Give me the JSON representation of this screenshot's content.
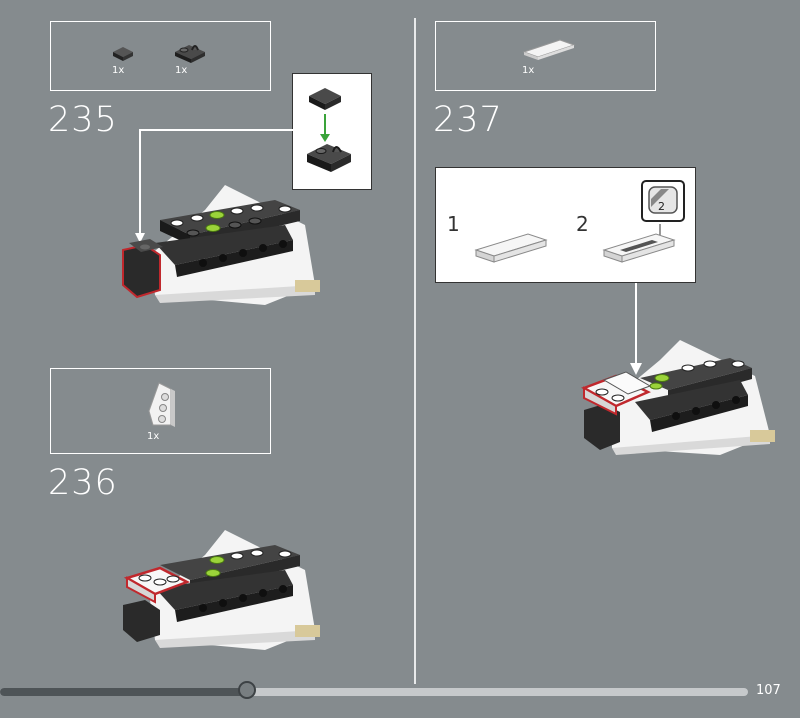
{
  "steps": [
    {
      "number": "235",
      "parts": [
        {
          "qty": "1x",
          "icon": "black-tile-1x1"
        },
        {
          "qty": "1x",
          "icon": "black-clip-plate"
        }
      ]
    },
    {
      "number": "236",
      "parts": [
        {
          "qty": "1x",
          "icon": "white-wedge-plate"
        }
      ]
    },
    {
      "number": "237",
      "parts": [
        {
          "qty": "1x",
          "icon": "white-tile-1x4"
        }
      ]
    }
  ],
  "callout_237": {
    "sub_step_1": "1",
    "sub_step_2": "2",
    "sticker_number": "2"
  },
  "progress": {
    "fraction": 0.33
  },
  "page_number": "107",
  "colors": {
    "background": "#858b8e",
    "accent_green": "#9bd33a",
    "highlight_red": "#c0282d"
  }
}
